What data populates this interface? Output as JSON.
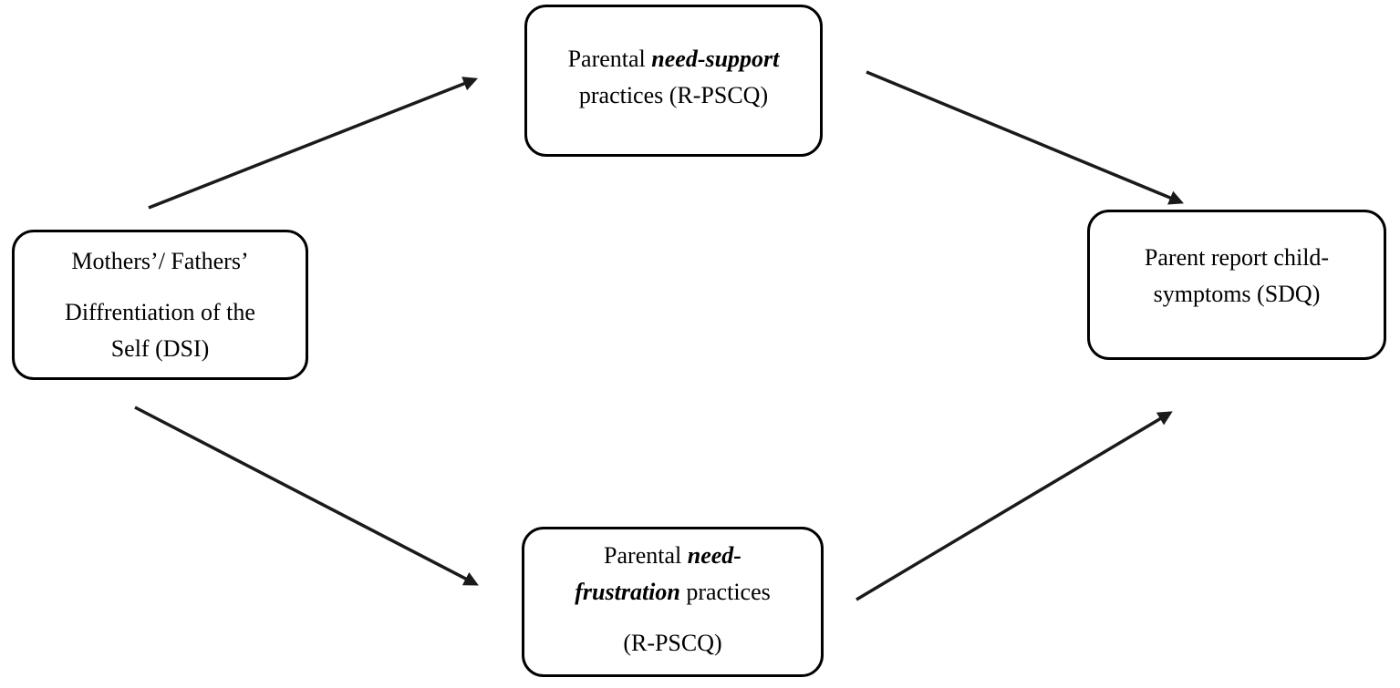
{
  "diagram": {
    "type": "path-model",
    "colors": {
      "background": "#ffffff",
      "box_fill": "#ffffff",
      "box_border": "#000000",
      "arrow": "#1a1a1a",
      "text": "#000000"
    },
    "nodes": {
      "dsi": {
        "line1": "Mothers’/ Fathers’",
        "line2": "Diffrentiation of the",
        "line3": "Self (DSI)"
      },
      "support": {
        "line1_normal": "Parental ",
        "line1_emphasis": "need-support",
        "line2": "practices (R-PSCQ)"
      },
      "symptoms": {
        "line1": "Parent report child-",
        "line2": "symptoms (SDQ)"
      },
      "frustration": {
        "line1_normal": "Parental ",
        "line1_emphasis": "need-",
        "line2_emphasis": "frustration",
        "line2_normal": " practices",
        "line3": "(R-PSCQ)"
      }
    },
    "edges": [
      {
        "from": "dsi",
        "to": "support"
      },
      {
        "from": "support",
        "to": "symptoms"
      },
      {
        "from": "dsi",
        "to": "frustration"
      },
      {
        "from": "frustration",
        "to": "symptoms"
      }
    ]
  }
}
